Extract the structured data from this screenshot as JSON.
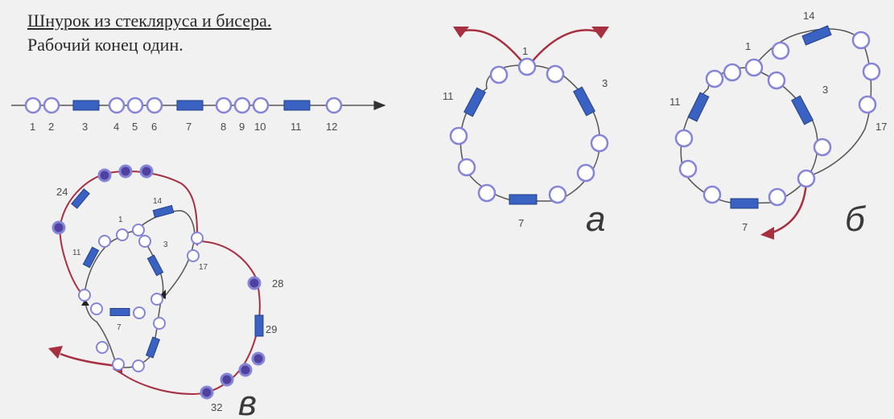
{
  "header": {
    "title_line1": "Шнурок из стекляруса и бисера.",
    "title_line2": "Рабочий конец один."
  },
  "strand": {
    "labels": [
      "1",
      "2",
      "3",
      "4",
      "5",
      "6",
      "7",
      "8",
      "9",
      "10",
      "11",
      "12"
    ]
  },
  "diagram_a": {
    "letter": "а",
    "labels": [
      "1",
      "3",
      "11",
      "7"
    ]
  },
  "diagram_b": {
    "letter": "б",
    "labels": [
      "1",
      "14",
      "3",
      "11",
      "17",
      "7"
    ]
  },
  "diagram_v": {
    "letter": "в",
    "labels": [
      "24",
      "14",
      "1",
      "11",
      "3",
      "17",
      "7",
      "28",
      "29",
      "32"
    ]
  },
  "colors": {
    "bead_outline": "#8585d8",
    "bugle": "#3a62c2",
    "filled_bead": "#5040a0",
    "red_thread": "#a63040",
    "thread": "#555555"
  }
}
